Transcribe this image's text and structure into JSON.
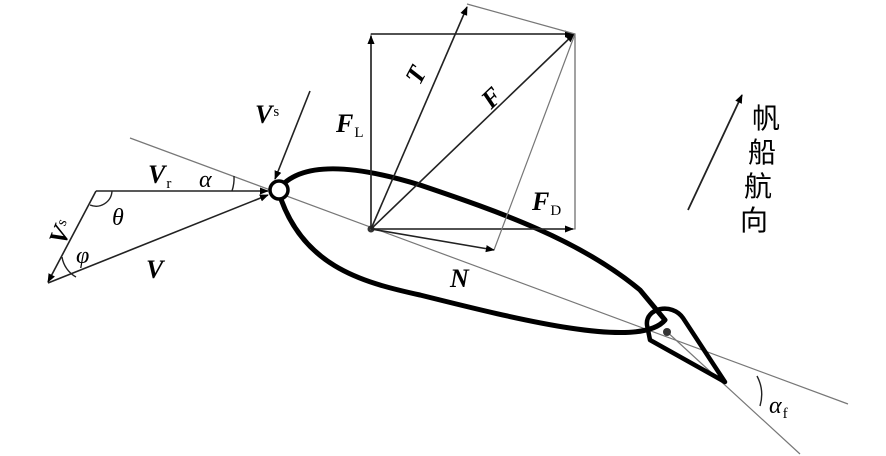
{
  "diagram": {
    "labels": {
      "vs_top": {
        "main": "V",
        "sub": "s"
      },
      "vs_left": {
        "main": "V",
        "sub": "s"
      },
      "vr": {
        "main": "V",
        "sub": "r"
      },
      "v": "V",
      "alpha": "α",
      "theta": "θ",
      "phi": "φ",
      "fl": {
        "main": "F",
        "sub": "L"
      },
      "fd": {
        "main": "F",
        "sub": "D"
      },
      "t": "T",
      "f": "F",
      "n": "N",
      "alpha_f": {
        "main": "α",
        "sub": "f"
      },
      "heading": [
        "帆",
        "船",
        "航",
        "向"
      ]
    },
    "colors": {
      "ink": "#000000",
      "thin_line": "#777777",
      "arrow_line": "#222222"
    }
  }
}
